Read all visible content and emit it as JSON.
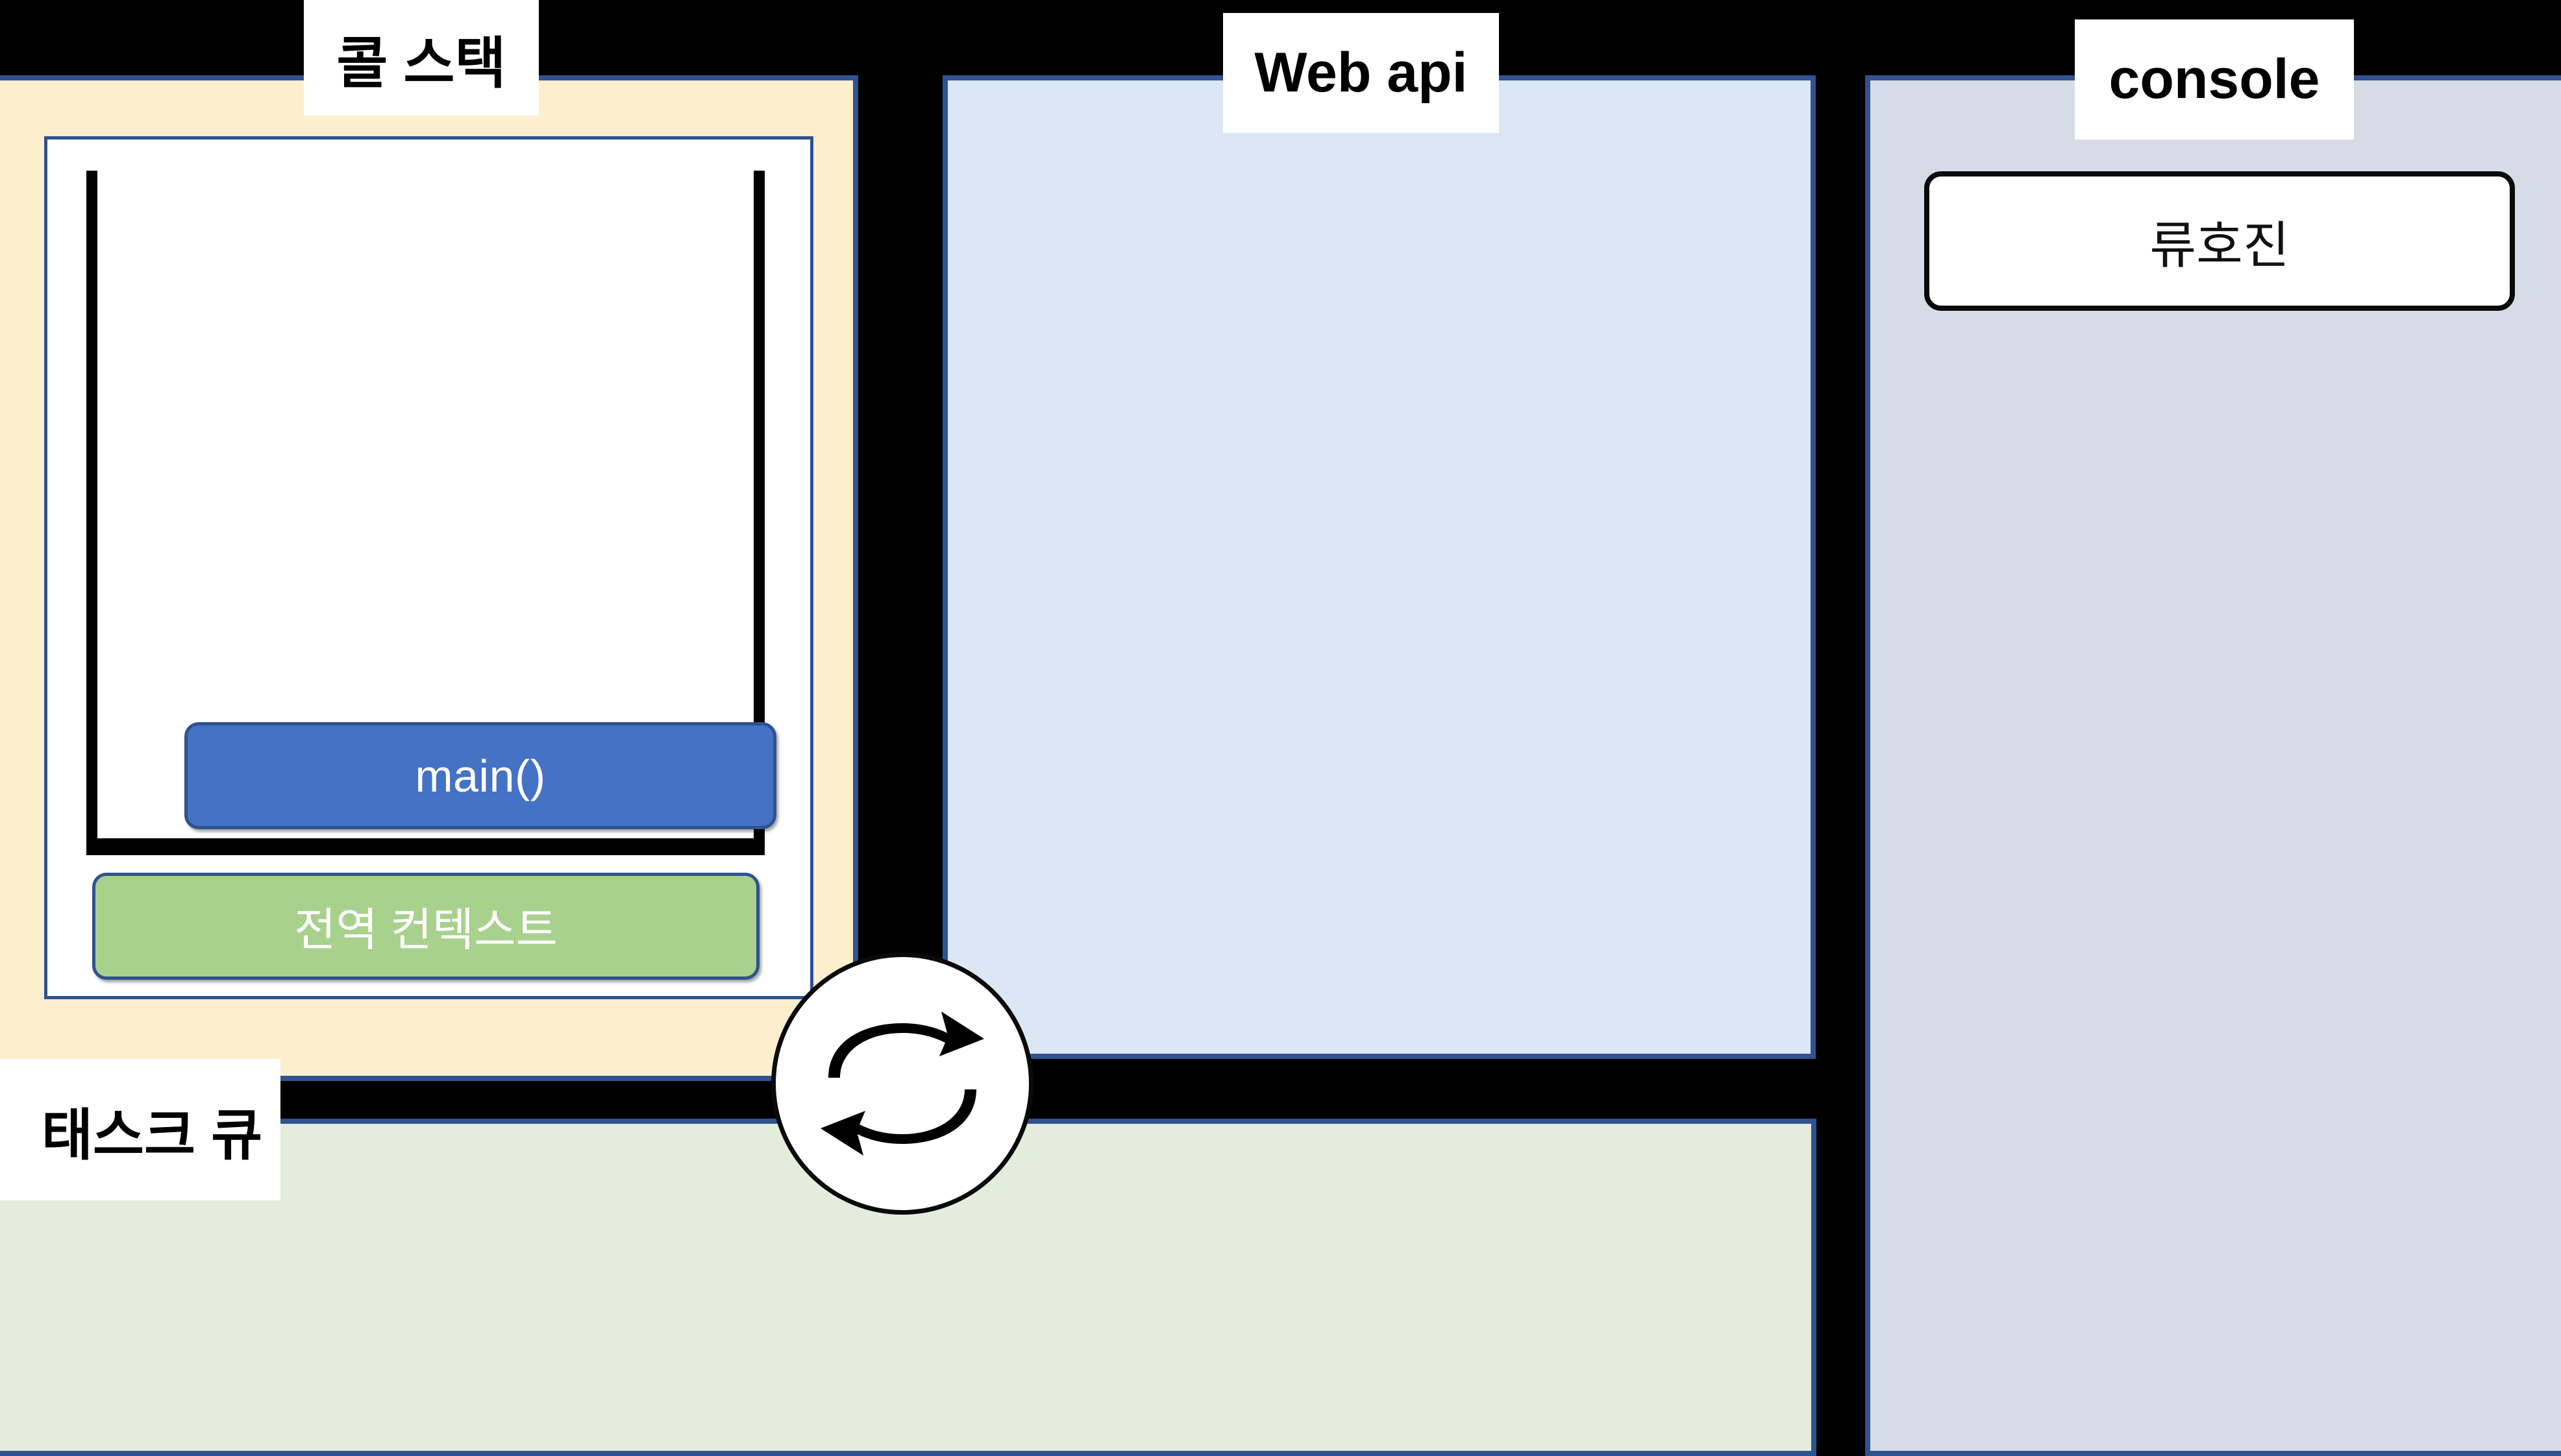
{
  "panels": {
    "call_stack": {
      "title": "콜 스택",
      "frames": [
        {
          "label": "main()",
          "color": "#4472C4",
          "kind": "function-frame"
        },
        {
          "label": "전역 컨텍스트",
          "color": "#A9D18E",
          "kind": "global-context"
        }
      ],
      "bg": "#FDEFCD",
      "border": "#2F5290"
    },
    "web_api": {
      "title": "Web api",
      "items": [],
      "bg": "#DCE7F5",
      "border": "#2F5290"
    },
    "task_queue": {
      "title": "태스크 큐",
      "items": [],
      "bg": "#E2EDDC",
      "border": "#2F5290"
    },
    "console": {
      "title": "console",
      "entries": [
        {
          "text": "류호진"
        }
      ],
      "bg": "#D5DCE6",
      "border": "#2F5290"
    }
  },
  "event_loop": {
    "icon": "event-loop-cycle-icon",
    "label": ""
  },
  "colors": {
    "background": "#000000",
    "accent_blue": "#2F5290",
    "frame_blue": "#4472C4",
    "frame_green": "#A9D18E",
    "chip_white": "#FFFFFF"
  }
}
